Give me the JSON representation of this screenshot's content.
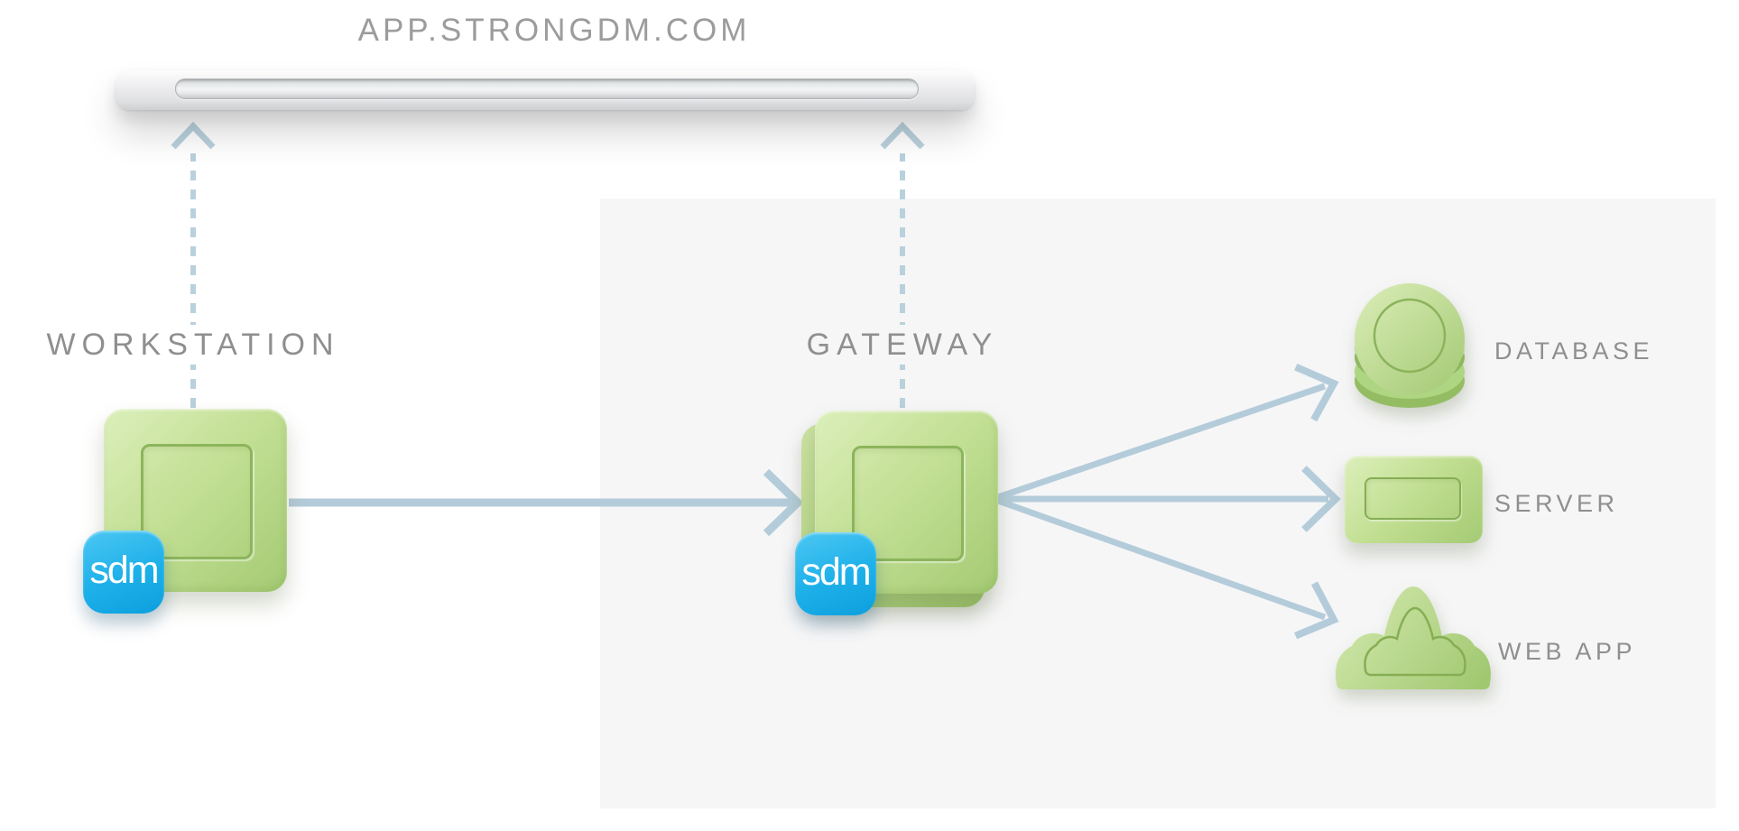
{
  "title": "APP.STRONGDM.COM",
  "workstation": {
    "label": "WORKSTATION",
    "badge": "sdm"
  },
  "gateway": {
    "label": "GATEWAY",
    "badge": "sdm"
  },
  "resources": [
    {
      "name": "database",
      "label": "DATABASE",
      "icon": "database-cylinder-icon"
    },
    {
      "name": "server",
      "label": "SERVER",
      "icon": "server-box-icon"
    },
    {
      "name": "webapp",
      "label": "WEB APP",
      "icon": "cloud-icon"
    }
  ],
  "icons": {
    "workstation": "client-square-icon",
    "gateway": "stacked-squares-icon",
    "badge": "sdm-logo-badge",
    "admin_ui": "admin-bar-icon"
  },
  "colors": {
    "accent_green": "#abd17d",
    "green_outline": "#8db55c",
    "badge_blue": "#1db0e9",
    "arrow_blue": "#b4ccda",
    "dashed_blue": "#b9d1dd",
    "label_gray": "#8f8f8f",
    "title_gray": "#9c9c9c",
    "panel_gray": "#f6f6f7"
  }
}
